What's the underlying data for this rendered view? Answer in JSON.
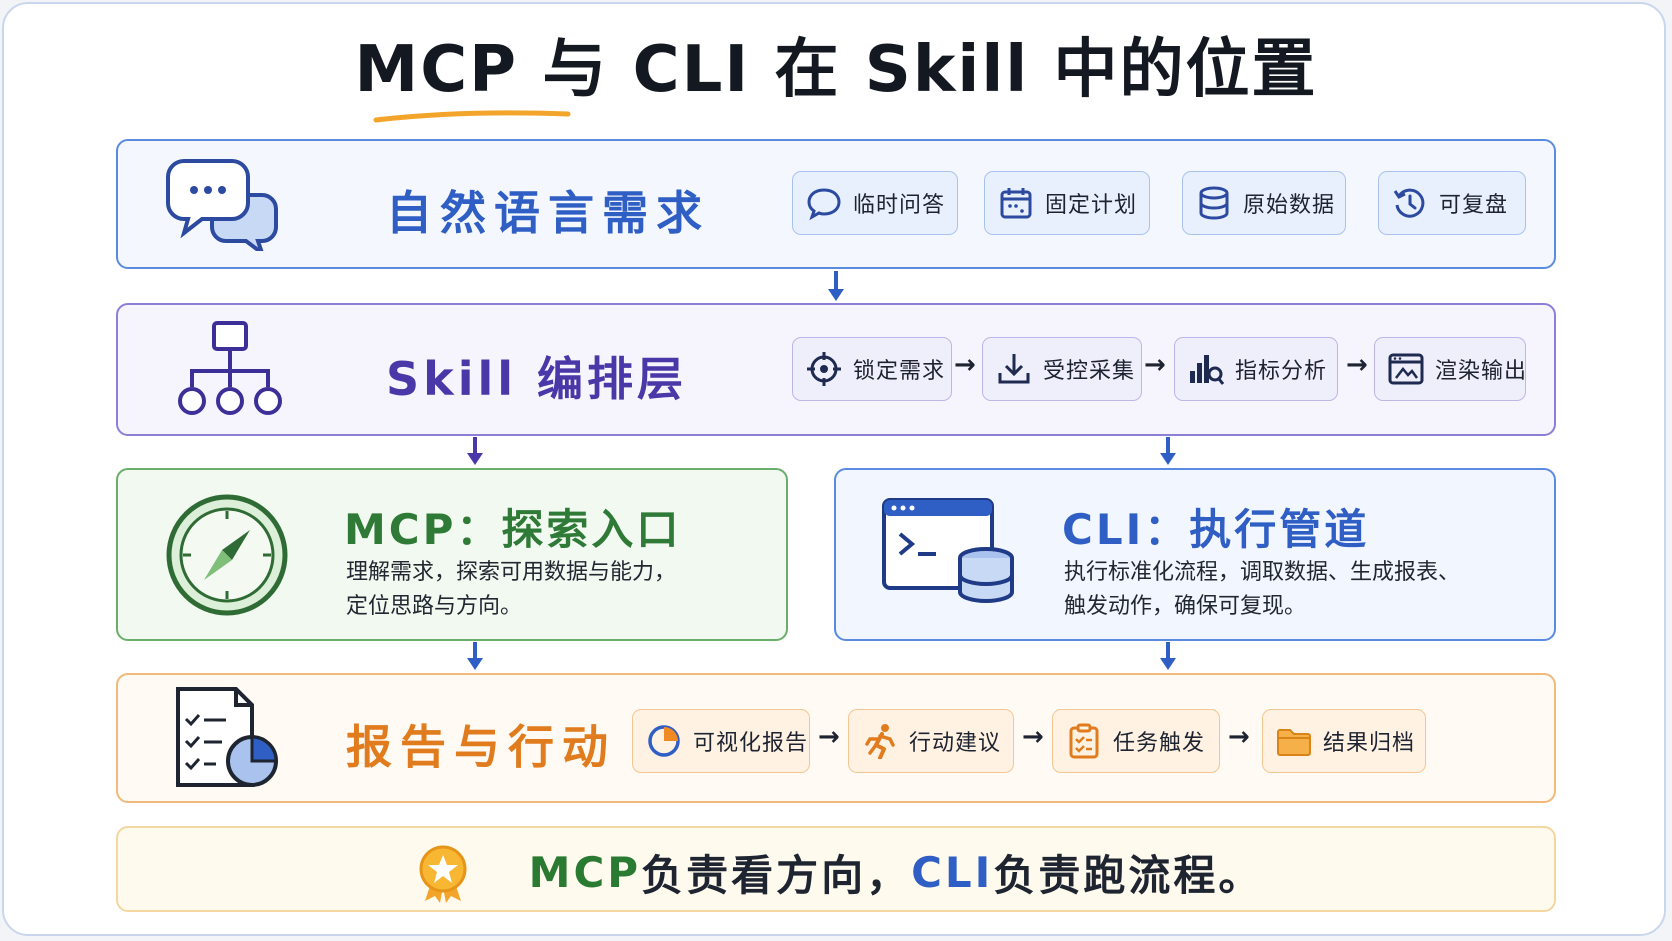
{
  "title": "MCP 与 CLI 在 Skill 中的位置",
  "natural_language": {
    "label": "自然语言需求",
    "chips": [
      {
        "label": "临时问答",
        "icon": "speech-bubble-icon"
      },
      {
        "label": "固定计划",
        "icon": "calendar-icon"
      },
      {
        "label": "原始数据",
        "icon": "database-icon"
      },
      {
        "label": "可复盘",
        "icon": "history-icon"
      }
    ]
  },
  "skill_layer": {
    "label": "Skill 编排层",
    "steps": [
      {
        "label": "锁定需求",
        "icon": "target-icon"
      },
      {
        "label": "受控采集",
        "icon": "download-icon"
      },
      {
        "label": "指标分析",
        "icon": "chart-search-icon"
      },
      {
        "label": "渲染输出",
        "icon": "render-window-icon"
      }
    ],
    "arrow": "→"
  },
  "mcp": {
    "title": "MCP：探索入口",
    "desc_line1": "理解需求，探索可用数据与能力，",
    "desc_line2": "定位思路与方向。"
  },
  "cli": {
    "title": "CLI：执行管道",
    "desc_line1": "执行标准化流程，调取数据、生成报表、",
    "desc_line2": "触发动作，确保可复现。"
  },
  "report": {
    "label": "报告与行动",
    "steps": [
      {
        "label": "可视化报告",
        "icon": "pie-report-icon"
      },
      {
        "label": "行动建议",
        "icon": "running-person-icon"
      },
      {
        "label": "任务触发",
        "icon": "clipboard-check-icon"
      },
      {
        "label": "结果归档",
        "icon": "folder-icon"
      }
    ],
    "arrow": "→"
  },
  "summary": {
    "part1": "MCP",
    "part2": " 负责看方向，",
    "part3": "CLI",
    "part4": " 负责跑流程。"
  },
  "colors": {
    "blue": "#2f5ec4",
    "purple": "#4a38a8",
    "green": "#2f7a36",
    "orange": "#e07c1e"
  }
}
